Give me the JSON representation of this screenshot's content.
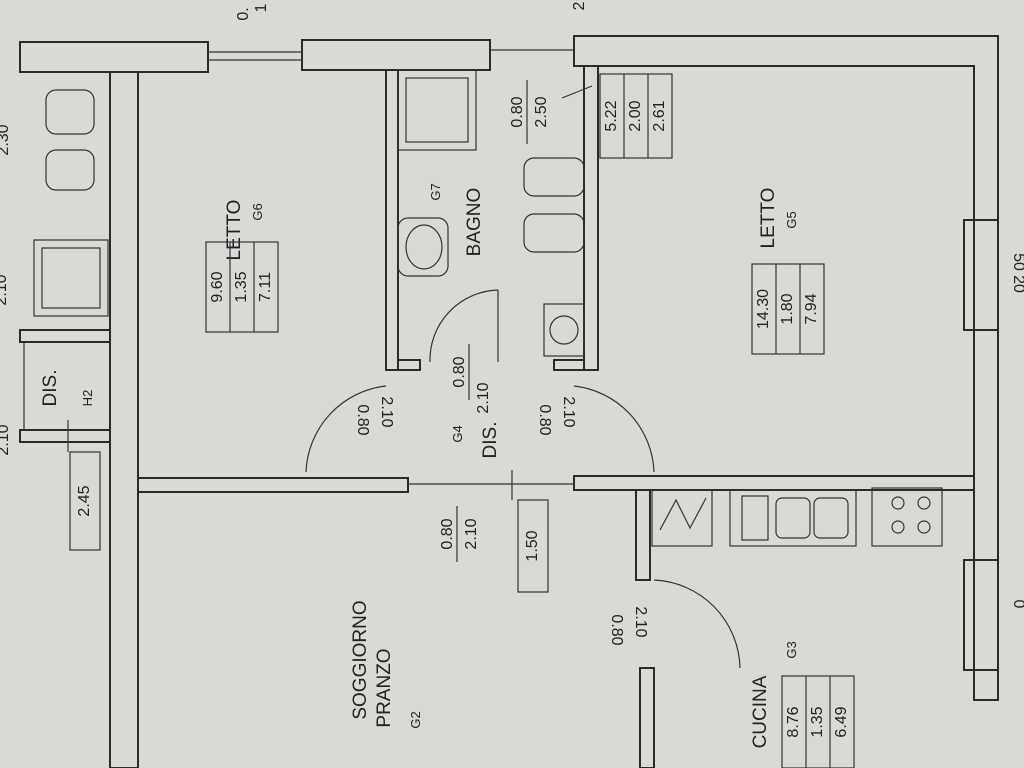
{
  "rooms": {
    "letto_g6": {
      "name": "LETTO",
      "code": "G6",
      "values": [
        "9.60",
        "1.35",
        "7.11"
      ]
    },
    "bagno_g7": {
      "name": "BAGNO",
      "code": "G7"
    },
    "letto_g5": {
      "name": "LETTO",
      "code": "G5",
      "values": [
        "14.30",
        "1.80",
        "7.94"
      ]
    },
    "dis_g4": {
      "name": "DIS.",
      "code": "G4",
      "dims": [
        "0.80",
        "2.10"
      ]
    },
    "dis_h2": {
      "name": "DIS.",
      "code": "H2"
    },
    "soggiorno_g2": {
      "line1": "SOGGIORNO",
      "line2": "PRANZO",
      "code": "G2"
    },
    "cucina_g3": {
      "name": "CUCINA",
      "code": "G3",
      "values": [
        "8.76",
        "1.35",
        "6.49"
      ]
    }
  },
  "bath_box": [
    "5.22",
    "2.00",
    "2.61"
  ],
  "door_dims": {
    "bagno": [
      "0.80",
      "2.50"
    ],
    "letto_g6": [
      "2.10",
      "0.80"
    ],
    "letto_g5": [
      "2.10",
      "0.80"
    ],
    "soggiorno": [
      "0.80",
      "2.10"
    ],
    "cucina": [
      "2.10",
      "0.80"
    ]
  },
  "boxed_values": {
    "dis_h2": "2.45",
    "dis_g4": "1.50"
  },
  "edge_text": {
    "top_right_a": "0.",
    "top_right_b": "1",
    "top_right_c": "2",
    "left_a": "2.30",
    "left_b": "2.10",
    "left_c": "2.10",
    "right_a": "50",
    "right_b": "20",
    "right_c": "0"
  }
}
